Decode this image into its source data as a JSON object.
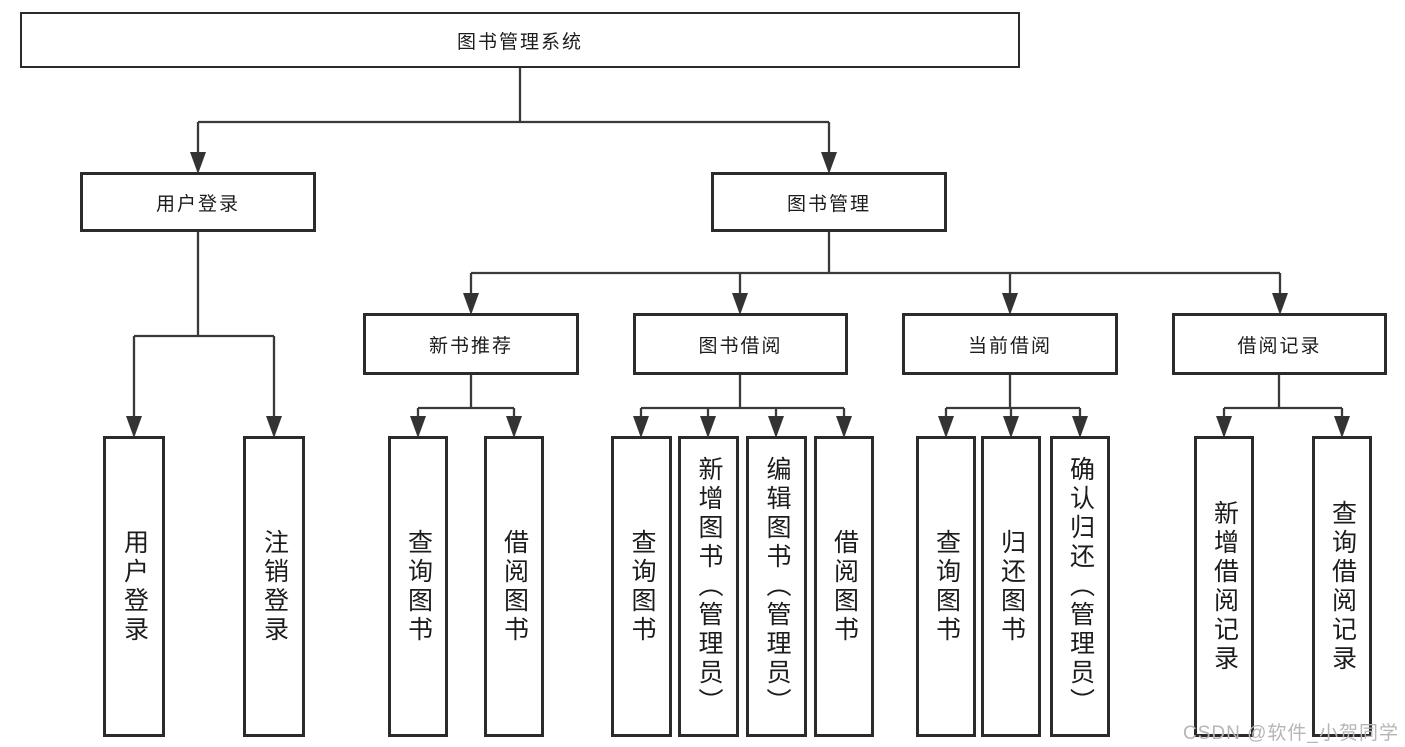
{
  "diagram": {
    "title": "图书管理系统",
    "nodes": {
      "root": {
        "label": "图书管理系统"
      },
      "user_login": {
        "label": "用户登录"
      },
      "book_mgmt": {
        "label": "图书管理"
      },
      "new_book_rec": {
        "label": "新书推荐"
      },
      "book_borrow": {
        "label": "图书借阅"
      },
      "current_borrow": {
        "label": "当前借阅"
      },
      "borrow_records": {
        "label": "借阅记录"
      },
      "leaf_user_login": {
        "label": "用户登录"
      },
      "leaf_logout": {
        "label": "注销登录"
      },
      "leaf_rec_query": {
        "label": "查询图书"
      },
      "leaf_rec_borrow": {
        "label": "借阅图书"
      },
      "leaf_bb_query": {
        "label": "查询图书"
      },
      "leaf_bb_add": {
        "label": "新增图书（管理员）"
      },
      "leaf_bb_edit": {
        "label": "编辑图书（管理员）"
      },
      "leaf_bb_borrow": {
        "label": "借阅图书"
      },
      "leaf_cb_query": {
        "label": "查询图书"
      },
      "leaf_cb_return": {
        "label": "归还图书"
      },
      "leaf_cb_confirm": {
        "label": "确认归还（管理员）"
      },
      "leaf_br_add": {
        "label": "新增借阅记录"
      },
      "leaf_br_query": {
        "label": "查询借阅记录"
      }
    },
    "colors": {
      "line": "#3a3a3a",
      "box_border": "#2b2b2b",
      "box_fill": "#ffffff",
      "text": "#1c1c1c",
      "watermark": "#b6b6b6"
    }
  },
  "watermark": {
    "text": "CSDN @软件_小贺同学"
  }
}
